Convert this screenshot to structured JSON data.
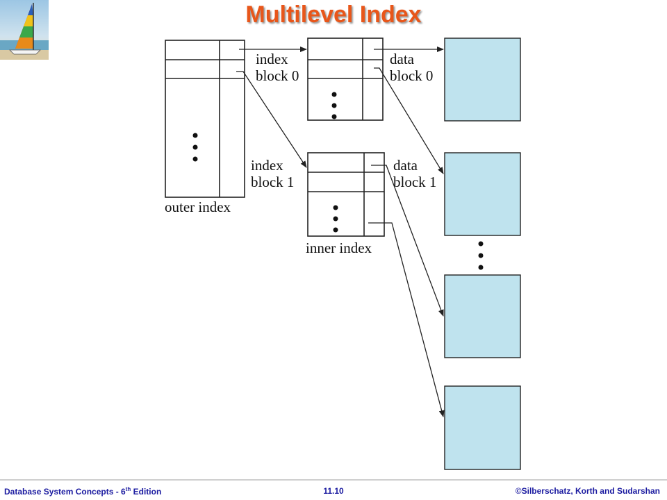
{
  "slide": {
    "title": "Multilevel Index",
    "colors": {
      "title": "#e8561a",
      "block_fill": "#bfe3ee",
      "footer_text": "#1a1aa0"
    }
  },
  "diagram": {
    "labels": {
      "index_block_0": [
        "index",
        "block 0"
      ],
      "index_block_1": [
        "index",
        "block 1"
      ],
      "data_block_0": [
        "data",
        "block 0"
      ],
      "data_block_1": [
        "data",
        "block 1"
      ],
      "outer_index": "outer index",
      "inner_index": "inner index"
    }
  },
  "footer": {
    "left_text": "Database  System Concepts  - 6",
    "left_sup": "th",
    "left_suffix": " Edition",
    "center": "11.10",
    "right": "©Silberschatz, Korth  and  Sudarshan"
  },
  "icons": {
    "logo": "sailboat-logo-icon"
  }
}
